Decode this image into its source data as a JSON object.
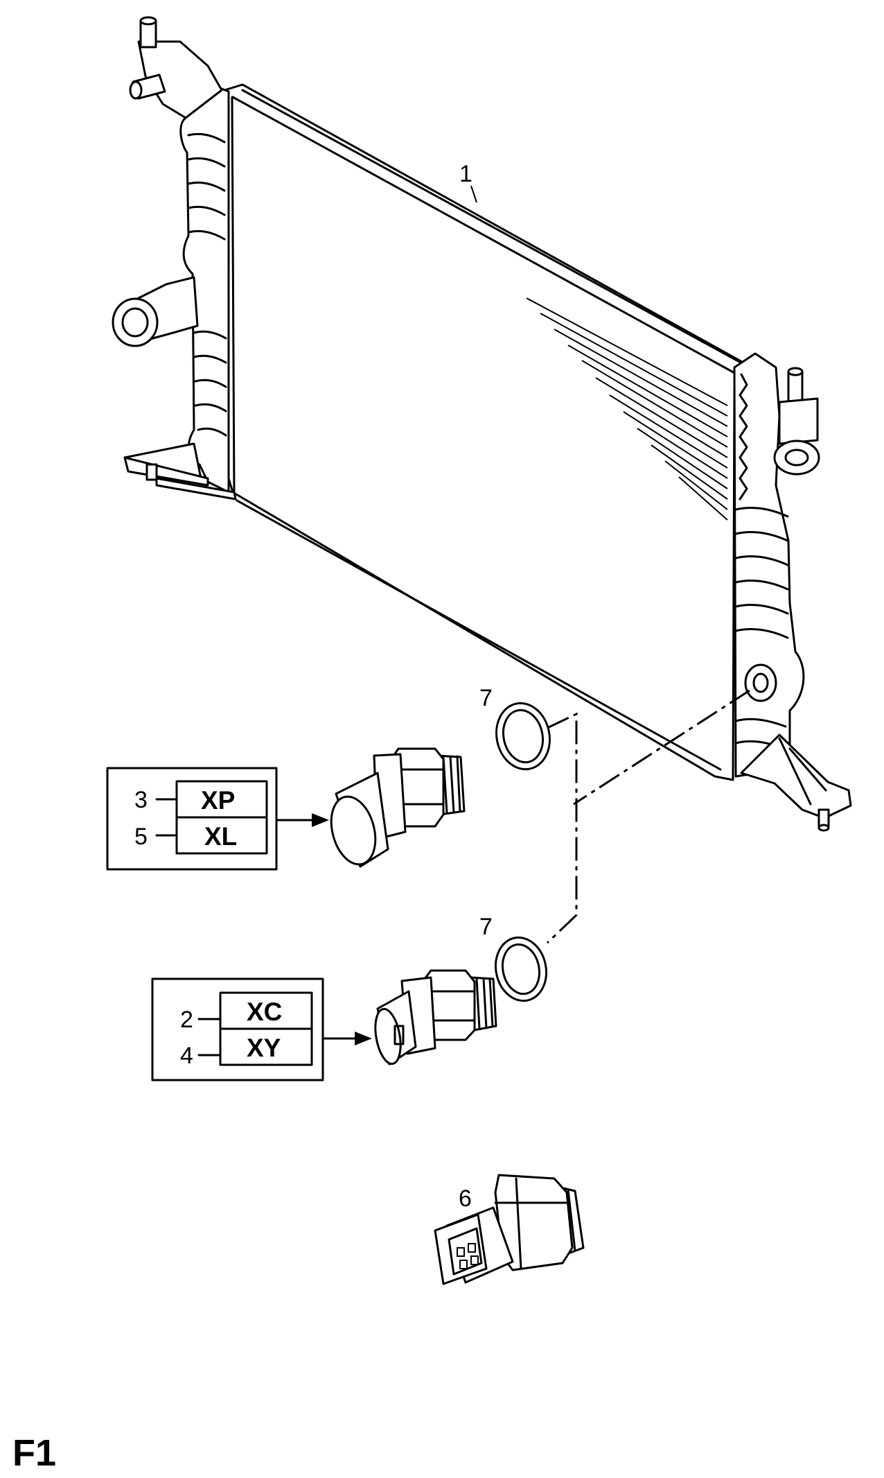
{
  "callouts": {
    "radiator": "1",
    "code_top": "3",
    "code_bottom": "5",
    "code2_top": "2",
    "code2_bottom": "4",
    "seal_upper": "7",
    "seal_lower": "7",
    "switch_small": "6"
  },
  "code_box_a": {
    "row1": "XP",
    "row2": "XL"
  },
  "code_box_b": {
    "row1": "XC",
    "row2": "XY"
  },
  "page_label": "F1"
}
